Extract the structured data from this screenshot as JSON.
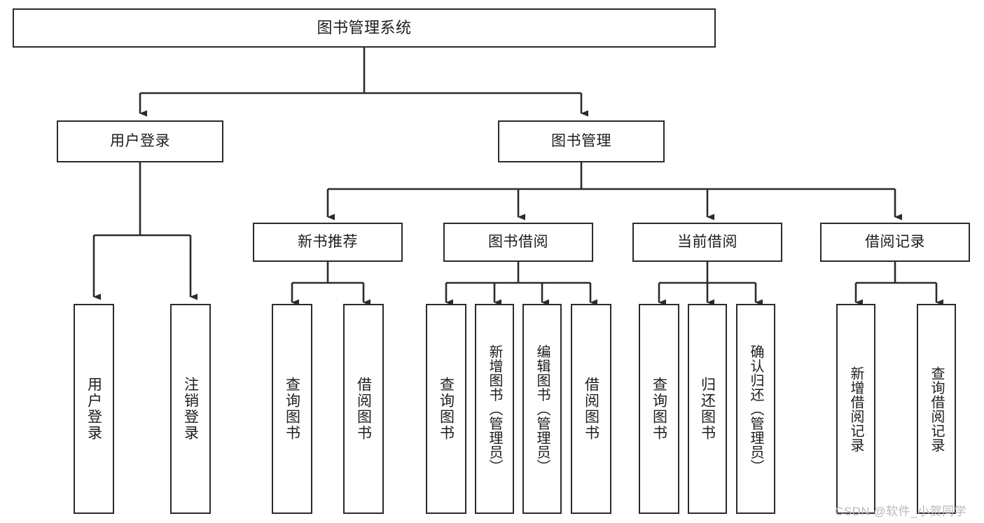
{
  "diagram": {
    "title": "图书管理系统",
    "type": "tree-hierarchy",
    "watermark": "CSDN @软件_小贺同学",
    "colors": {
      "background": "#ffffff",
      "box_border": "#2b2b2b",
      "box_fill": "#ffffff",
      "connector": "#2b2b2b",
      "text": "#1d1d1d",
      "watermark": "#b9b9b9"
    },
    "nodes": {
      "root": {
        "label": "图书管理系统"
      },
      "level2": [
        {
          "label": "用户登录"
        },
        {
          "label": "图书管理"
        }
      ],
      "level3": [
        {
          "label": "新书推荐"
        },
        {
          "label": "图书借阅"
        },
        {
          "label": "当前借阅"
        },
        {
          "label": "借阅记录"
        }
      ],
      "leaves": {
        "user_login": [
          {
            "label": "用户登录"
          },
          {
            "label": "注销登录"
          }
        ],
        "new_book": [
          {
            "label": "查询图书"
          },
          {
            "label": "借阅图书"
          }
        ],
        "book_borrow": [
          {
            "label": "查询图书"
          },
          {
            "label": "新增图书（管理员）"
          },
          {
            "label": "编辑图书（管理员）"
          },
          {
            "label": "借阅图书"
          }
        ],
        "current_borrow": [
          {
            "label": "查询图书"
          },
          {
            "label": "归还图书"
          },
          {
            "label": "确认归还（管理员）"
          }
        ],
        "borrow_record": [
          {
            "label": "新增借阅记录"
          },
          {
            "label": "查询借阅记录"
          }
        ]
      }
    }
  }
}
